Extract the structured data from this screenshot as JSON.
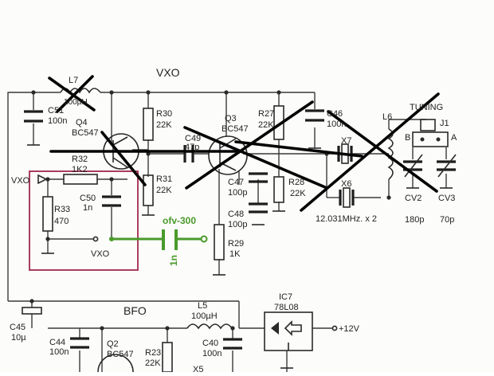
{
  "section_titles": {
    "vxo": "VXO",
    "bfo": "BFO",
    "tuning": "TUNING"
  },
  "labels": {
    "l7_ref": "L7",
    "l7_val": "100µH",
    "c51_ref": "C51",
    "c51_val": "100n",
    "q4_ref": "Q4",
    "q4_val": "BC547",
    "r30_ref": "R30",
    "r30_val": "22K",
    "q3_ref": "Q3",
    "q3_val": "BC547",
    "r27_ref": "R27",
    "r27_val": "22K",
    "c46_ref": "C46",
    "c46_val": "100n",
    "l6_ref": "L6",
    "j1_ref": "J1",
    "pin_b": "B",
    "pin_a": "A",
    "c49_ref": "C49",
    "c49_val": "47p",
    "r32_ref": "R32",
    "r32_val": "1K2",
    "r31_ref": "R31",
    "r31_val": "22K",
    "c47_ref": "C47",
    "c47_val": "100p",
    "r28_ref": "R28",
    "r28_val": "22K",
    "x7_ref": "X7",
    "x6_ref": "X6",
    "crystal_freq": "12.031MHz. x 2",
    "cv2_ref": "CV2",
    "cv2_val": "180p",
    "cv3_ref": "CV3",
    "cv3_val": "70p",
    "vxo_out": "VXO",
    "c50_ref": "C50",
    "c50_val": "1n",
    "r33_ref": "R33",
    "r33_val": "470",
    "vxo_in": "VXO",
    "c48_ref": "C48",
    "c48_val": "100p",
    "r29_ref": "R29",
    "r29_val": "1K",
    "c45_ref": "C45",
    "c45_val": "10µ",
    "c44_ref": "C44",
    "c44_val": "100n",
    "q2_ref": "Q2",
    "q2_val": "BC547",
    "r23_ref": "R23",
    "r23_val": "22K",
    "l5_ref": "L5",
    "l5_val": "100µH",
    "c40_ref": "C40",
    "c40_val": "100n",
    "x5_ref": "X5",
    "ic7_ref": "IC7",
    "ic7_val": "78L08",
    "supply": "+12V"
  },
  "annotation": {
    "text": "ofv-300",
    "cap_value": "1n"
  },
  "colors": {
    "ink": "#2a2a2a",
    "annotation_green": "#4a9a2c",
    "highlight_box": "#a0284e",
    "cross_out": "#050505"
  }
}
